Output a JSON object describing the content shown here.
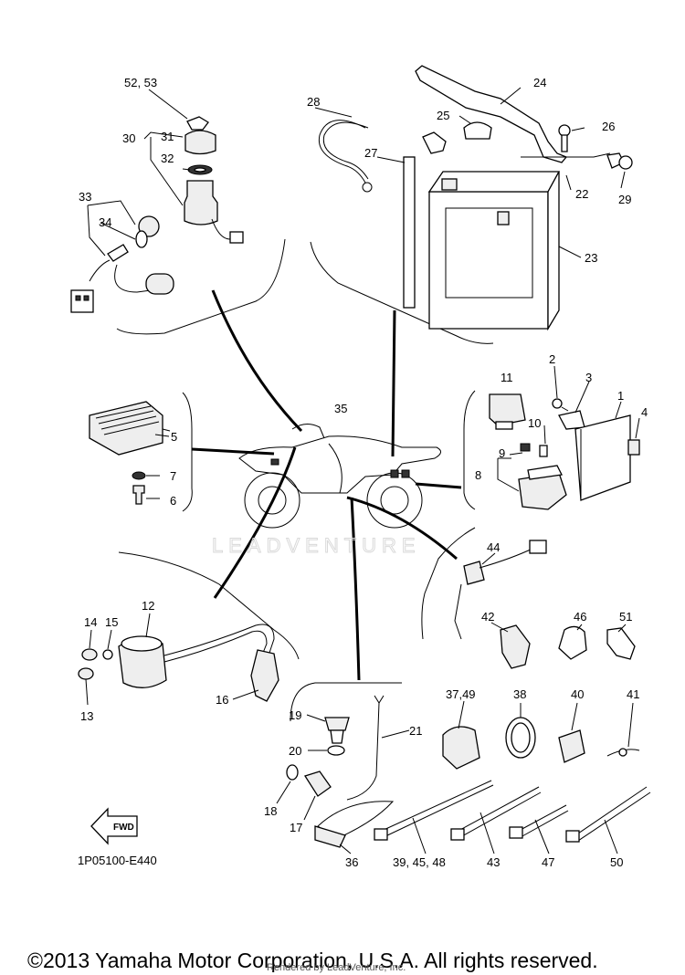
{
  "diagram": {
    "code": "1P05100-E440",
    "fwd_label": "FWD",
    "watermark": "LEADVENTURE",
    "copyright": "©2013 Yamaha Motor Corporation, U.S.A. All rights reserved.",
    "rendered_by": "Rendered by LeadVenture, Inc.",
    "callouts": [
      "52, 53",
      "31",
      "30",
      "32",
      "33",
      "34",
      "28",
      "24",
      "25",
      "26",
      "27",
      "29",
      "22",
      "23",
      "5",
      "7",
      "6",
      "35",
      "2",
      "11",
      "3",
      "1",
      "4",
      "10",
      "9",
      "8",
      "12",
      "14",
      "15",
      "13",
      "16",
      "44",
      "42",
      "46",
      "51",
      "19",
      "21",
      "20",
      "18",
      "17",
      "36",
      "37,49",
      "38",
      "40",
      "41",
      "39, 45, 48",
      "43",
      "47",
      "50"
    ]
  }
}
